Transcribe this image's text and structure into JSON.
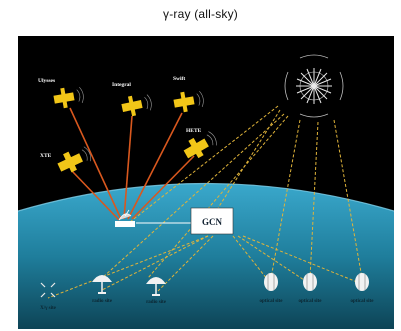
{
  "title": "γ-ray (all-sky)",
  "center": {
    "label": "GCN"
  },
  "satellites": [
    {
      "id": "ulysses",
      "label": "Ulysses"
    },
    {
      "id": "integral",
      "label": "Integral"
    },
    {
      "id": "swift",
      "label": "Swift"
    },
    {
      "id": "hete",
      "label": "HETE"
    },
    {
      "id": "xte",
      "label": "XTE"
    }
  ],
  "ground_sites": [
    {
      "id": "xray",
      "label": "X/γ site"
    },
    {
      "id": "radio1",
      "label": "radio site"
    },
    {
      "id": "radio2",
      "label": "radio site"
    },
    {
      "id": "optical1",
      "label": "optical site"
    },
    {
      "id": "optical2",
      "label": "optical site"
    },
    {
      "id": "optical3",
      "label": "optical site"
    }
  ],
  "colors": {
    "space": "#000000",
    "earth_top": "#2f9bbf",
    "earth_bottom": "#0f4a5e",
    "uplink": "#d9581e",
    "downlink": "#e0b43a",
    "satellite": "#f2c618",
    "gcn_box": "#ffffff"
  }
}
